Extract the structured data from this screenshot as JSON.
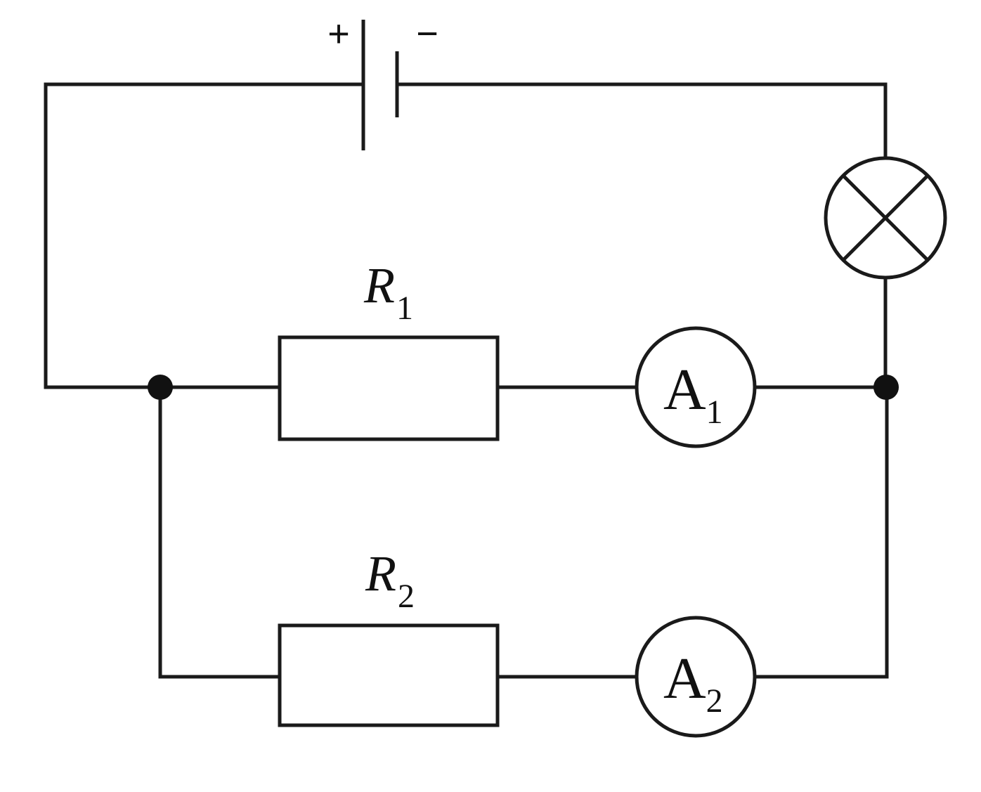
{
  "battery": {
    "positive_sign": "+",
    "negative_sign": "−"
  },
  "resistor_1": {
    "letter": "R",
    "subscript": "1"
  },
  "resistor_2": {
    "letter": "R",
    "subscript": "2"
  },
  "ammeter_1": {
    "letter": "A",
    "subscript": "1"
  },
  "ammeter_2": {
    "letter": "A",
    "subscript": "2"
  },
  "colors": {
    "line": "#1a1a1a",
    "background": "#ffffff"
  }
}
